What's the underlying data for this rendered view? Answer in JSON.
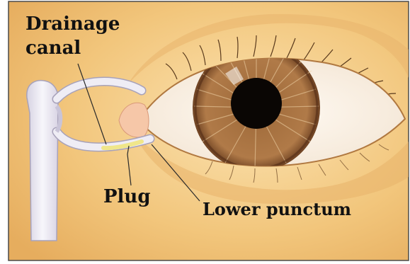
{
  "labels": {
    "drainage_line1": "Drainage",
    "drainage_line2": "canal",
    "plug": "Plug",
    "lower_punctum": "Lower punctum"
  },
  "colors": {
    "skin": "#f2c880",
    "skin_light": "#f7dca6",
    "iris": "#9a6438",
    "pupil": "#0a0604",
    "sclera": "#fbf4ec",
    "duct": "#eceaf2",
    "plug": "#f0e68a",
    "leader": "#2a2a2a"
  }
}
